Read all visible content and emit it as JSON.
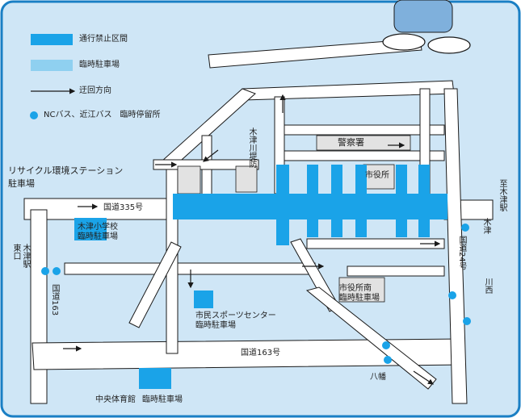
{
  "legend": {
    "no_entry_zone": "通行禁止区間",
    "temp_parking": "臨時駐車場",
    "detour_direction": "迂回方向",
    "bus_stops": "NCバス、近江バス　臨時停留所"
  },
  "labels": {
    "recycle_station": "リサイクル環境ステーション",
    "recycle_station_2": "駐車場",
    "route335": "国道335号",
    "route163_main": "国道163号",
    "route163_vertical": "国道163",
    "route24": "国道24号",
    "kizu_school": "木津小学校",
    "kizu_school_parking": "臨時駐車場",
    "city_hall": "市役所",
    "municipal_sports": "市民スポーツセンター",
    "municipal_sports_parking": "臨時駐車場",
    "central_gym": "中央体育館",
    "central_gym_parking": "臨時駐車場",
    "police": "警察署",
    "station_left": "木津駅",
    "station_left_2": "東口",
    "station_right": "木津",
    "station_right_2": "至木津駅",
    "kizu_river": "木津川",
    "yawata": "八幡",
    "city_shop": "市役所南",
    "city_shop_2": "臨時駐車場",
    "kizu_route_label": "木津川堤防",
    "yawata_right": "川西"
  },
  "colors": {
    "background": "#cfe6f6",
    "border": "#1a7fc4",
    "road": "#ffffff",
    "road_edge": "#1a1a1a",
    "no_entry": "#1aa3e8",
    "temp_parking": "#8fd0f0",
    "building": "#e2e2e2",
    "bus_stop": "#1aa3e8"
  },
  "icons": {
    "arrow": "arrow-icon",
    "bus_stop": "bus-stop-icon"
  }
}
